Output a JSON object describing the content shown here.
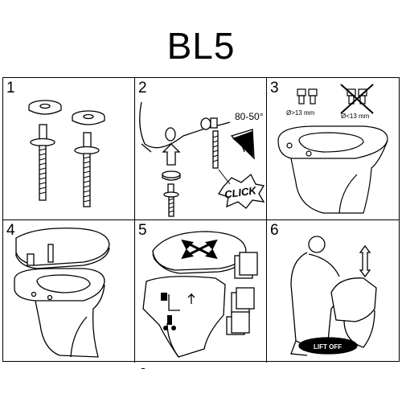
{
  "title": "BL5",
  "steps": [
    {
      "number": "1"
    },
    {
      "number": "2",
      "angle_label": "80-50°",
      "click_label": "CLICK"
    },
    {
      "number": "3",
      "label_gt": "Ø>13 mm",
      "label_lt": "Ø<13 mm"
    },
    {
      "number": "4"
    },
    {
      "number": "5"
    },
    {
      "number": "6",
      "lift_label": "LIFT OFF"
    }
  ]
}
